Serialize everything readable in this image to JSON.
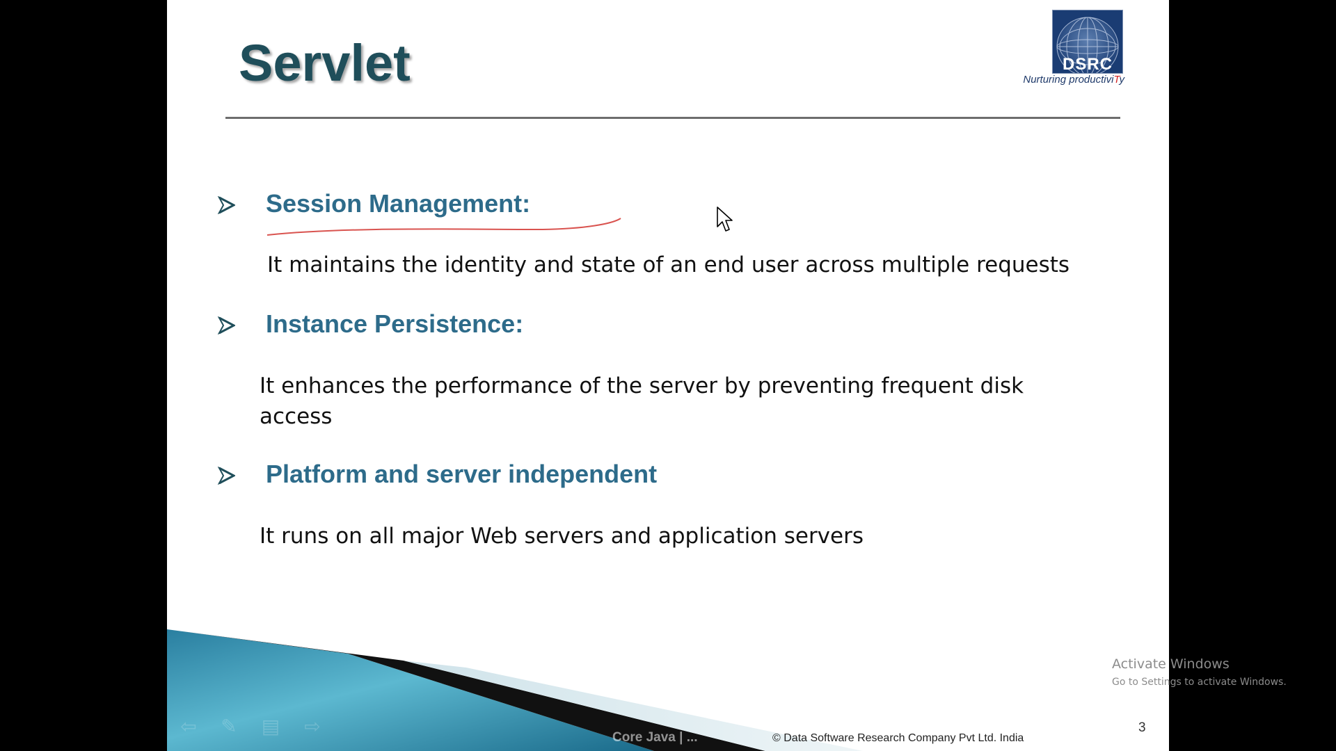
{
  "slide": {
    "title": "Servlet",
    "logo": {
      "letters": "DSRC",
      "tagline_main": "Nurturing productivi",
      "tagline_highlight": "T",
      "tagline_end": "y"
    },
    "sections": [
      {
        "heading": "Session Management:",
        "text": "It maintains the identity and state of an end user across multiple requests"
      },
      {
        "heading": "Instance Persistence:",
        "text": "It enhances the performance of the server by preventing frequent disk access"
      },
      {
        "heading": "Platform and server independent",
        "text": "It  runs on all major Web servers and application servers"
      }
    ],
    "footer": {
      "center": "Core Java  | ...",
      "copyright": "© Data Software Research Company Pvt Ltd. India",
      "page_number": "3"
    },
    "nav_icons": [
      "back-arrow-icon",
      "pen-icon",
      "menu-icon",
      "forward-arrow-icon"
    ]
  },
  "watermark": {
    "title": "Activate Windows",
    "subtitle": "Go to Settings to activate Windows."
  },
  "colors": {
    "heading": "#2d6b8a",
    "title": "#1f4e5a",
    "annotation": "#d9534f"
  }
}
